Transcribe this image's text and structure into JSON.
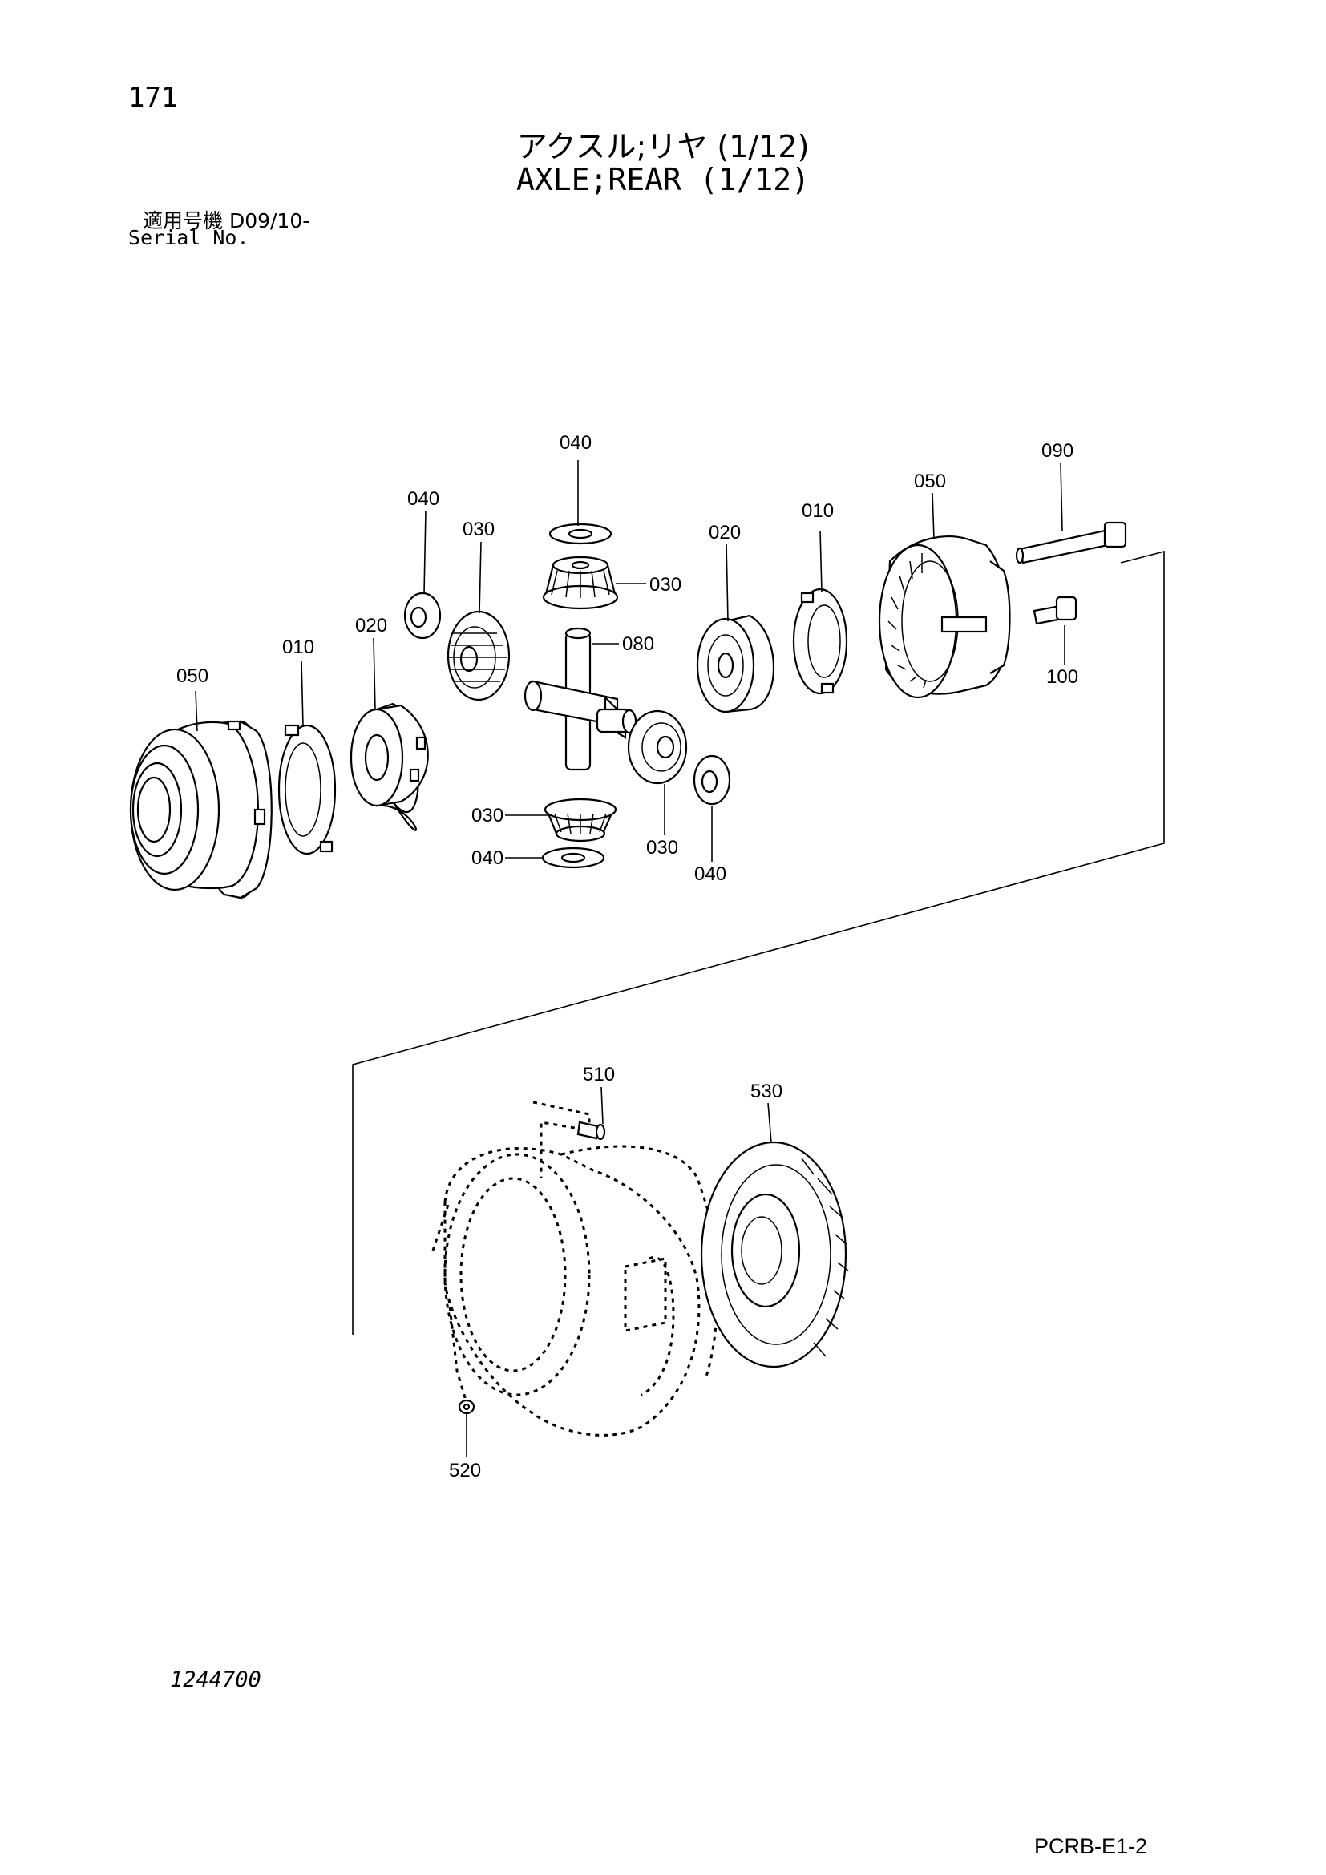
{
  "header": {
    "page_number": "171",
    "title_jp": "アクスル;リヤ (1/12)",
    "title_en": "AXLE;REAR (1/12)",
    "serial_jp": "適用号機  D09/10-",
    "serial_en": "Serial No."
  },
  "footer": {
    "drawing_number": "1244700",
    "page_code": "PCRB-E1-2"
  },
  "callouts": {
    "c040_top": "040",
    "c040_left": "040",
    "c030_left": "030",
    "c030_upper_right": "030",
    "c020_right": "020",
    "c010_right": "010",
    "c050_right": "050",
    "c090": "090",
    "c080": "080",
    "c100": "100",
    "c050_left": "050",
    "c010_left": "010",
    "c020_left": "020",
    "c030_lower_left": "030",
    "c040_lower_left": "040",
    "c030_lower_right": "030",
    "c040_lower_right": "040",
    "c510": "510",
    "c530": "530",
    "c520": "520"
  }
}
